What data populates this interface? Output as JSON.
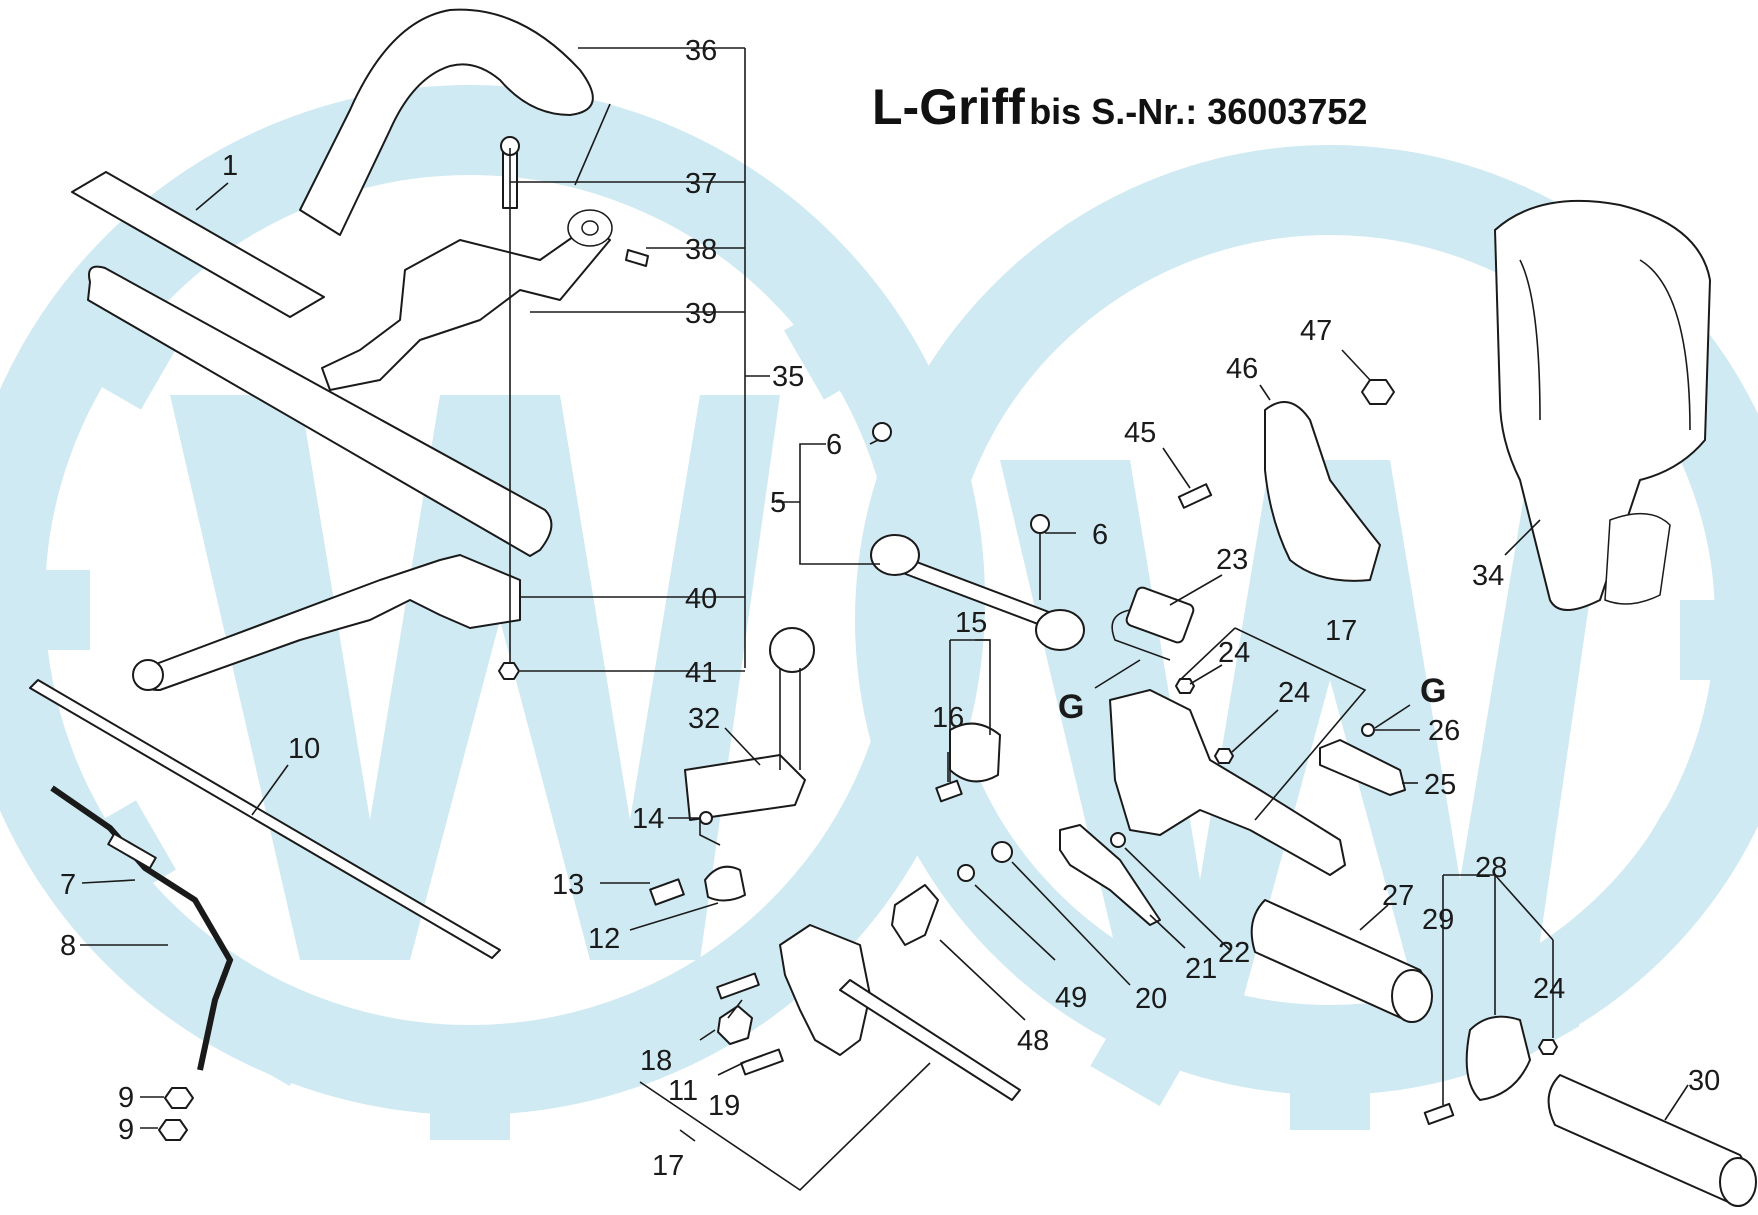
{
  "title": {
    "main": "L-Griff",
    "sub": "bis S.-Nr.: 36003752"
  },
  "callouts": {
    "c1": "1",
    "c5": "5",
    "c6a": "6",
    "c6b": "6",
    "c7": "7",
    "c8": "8",
    "c9a": "9",
    "c9b": "9",
    "c10": "10",
    "c11": "11",
    "c12": "12",
    "c13": "13",
    "c14": "14",
    "c15": "15",
    "c16": "16",
    "c17a": "17",
    "c17b": "17",
    "c18": "18",
    "c19": "19",
    "c20": "20",
    "c21": "21",
    "c22": "22",
    "c23": "23",
    "c24a": "24",
    "c24b": "24",
    "c24c": "24",
    "c25": "25",
    "c26": "26",
    "c27": "27",
    "c28": "28",
    "c29": "29",
    "c30": "30",
    "c32": "32",
    "c34": "34",
    "c35": "35",
    "c36": "36",
    "c37": "37",
    "c38": "38",
    "c39": "39",
    "c40": "40",
    "c41": "41",
    "c45": "45",
    "c46": "46",
    "c47": "47",
    "c48": "48",
    "c49": "49",
    "gLeft": "G",
    "gRight": "G"
  },
  "colors": {
    "watermark": "#cfeaf2",
    "line": "#1a1a1a",
    "background": "#ffffff"
  }
}
